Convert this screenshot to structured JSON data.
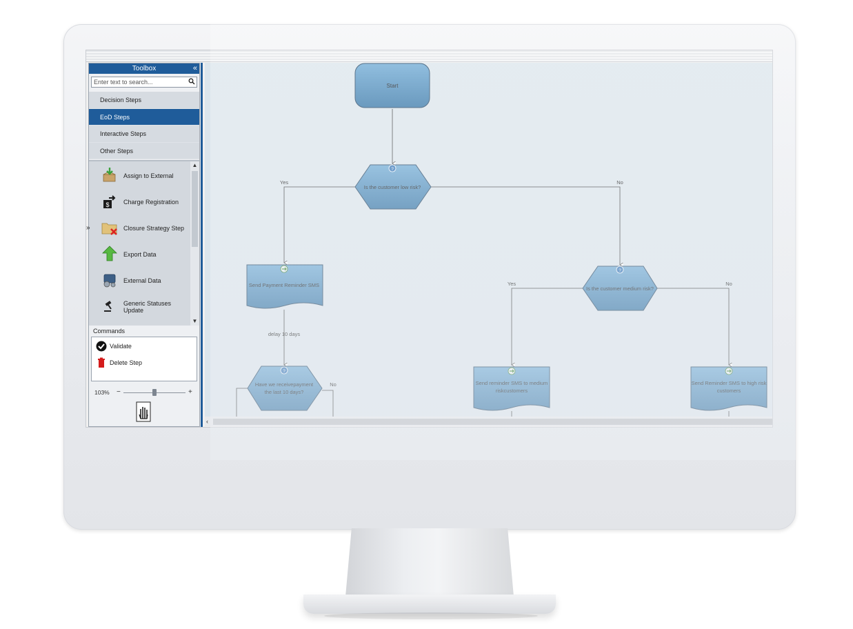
{
  "toolbox": {
    "title": "Toolbox",
    "search_placeholder": "Enter text to search...",
    "categories": [
      "Decision Steps",
      "EoD Steps",
      "Interactive Steps",
      "Other Steps"
    ],
    "active_category": "EoD Steps",
    "steps": [
      {
        "label": "Assign to External",
        "icon": "assign-external-icon"
      },
      {
        "label": "Charge Registration",
        "icon": "charge-registration-icon"
      },
      {
        "label": "Closure Strategy Step",
        "icon": "closure-folder-icon"
      },
      {
        "label": "Export Data",
        "icon": "export-arrow-icon"
      },
      {
        "label": "External Data",
        "icon": "external-data-icon"
      },
      {
        "label": "Generic Statuses Update",
        "icon": "gavel-icon"
      }
    ],
    "commands_title": "Commands",
    "commands": [
      {
        "label": "Validate",
        "icon": "check-circle-icon"
      },
      {
        "label": "Delete Step",
        "icon": "trash-icon"
      }
    ],
    "zoom": "103%"
  },
  "flow": {
    "start": "Start",
    "decision1": "Is the customer low risk?",
    "yes1": "Yes",
    "no1": "No",
    "action1": "Send Payment Reminder SMS",
    "delay": "delay 10 days",
    "decision3_line1": "Have we receivepayment",
    "decision3_line2": "the last 10 days?",
    "no3": "No",
    "decision2": "Is the customer medium risk?",
    "yes2": "Yes",
    "no2": "No",
    "action2_line1": "Send reminder SMS to medium",
    "action2_line2": "riskcustomers",
    "action3_line1": "Send Reminder SMS to high risk",
    "action3_line2": "customers"
  },
  "colors": {
    "accent": "#1f5c9a",
    "node_fill": "#3f86b8",
    "canvas": "#dbe5ec"
  }
}
